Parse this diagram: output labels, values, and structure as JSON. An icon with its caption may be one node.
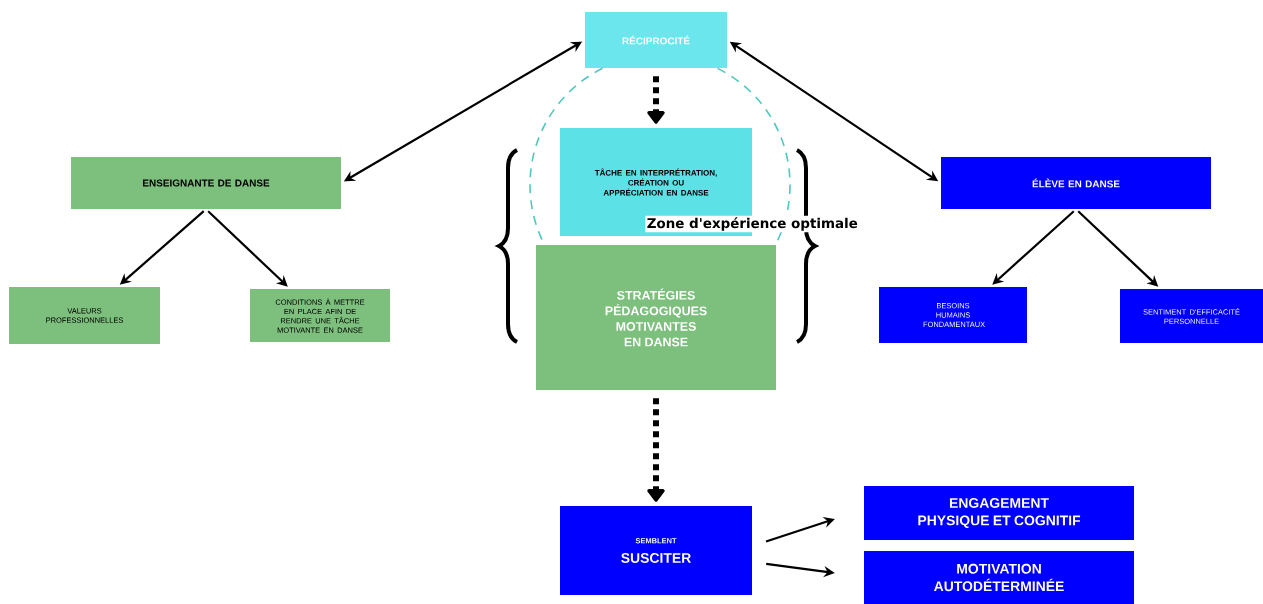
{
  "diagram": {
    "nodes": [
      {
        "text": [
          "RÉCIPROCITÉ"
        ]
      },
      {
        "text": [
          "ENSEIGNANTE DE DANSE"
        ]
      },
      {
        "text": [
          "TÂCHE EN INTERPRÉTRATION, CRÉATION OU APPRÉCIATION EN DANSE"
        ]
      },
      {
        "text": [
          "STRATÉGIES PÉDAGOGIQUES MOTIVANTES EN DANSE"
        ]
      },
      {
        "text": [
          "ÉLÈVE EN DANSE"
        ]
      },
      {
        "text": [
          "VALEURS PROFESSIONNELLES"
        ]
      },
      {
        "text": [
          "CONDITIONS  À METTRE EN PLACE AFIN DE RENDRE UNE TÂCHE MOTIVANTE EN DANSE"
        ]
      },
      {
        "text": [
          "BESOINS HUMAINS FONDAMENTAUX"
        ]
      },
      {
        "text": [
          "SENTIMENT D'EFFICACITÉ PERSONNELLE"
        ]
      },
      {
        "text": [
          "SEMBLENT",
          "SUSCITER"
        ]
      },
      {
        "text": [
          "ENGAGEMENT PHYSIQUE ET COGNITIF"
        ]
      },
      {
        "text": [
          "MOTIVATION AUTODÉTERMINÉE"
        ]
      }
    ],
    "edges": [
      {
        "from": 0,
        "to": 1,
        "arrow": "both"
      },
      {
        "from": 0,
        "to": 4,
        "arrow": "both"
      },
      {
        "from": 0,
        "to": 2,
        "arrow": "to",
        "style": "dashed"
      },
      {
        "from": 1,
        "to": 5,
        "arrow": "to"
      },
      {
        "from": 1,
        "to": 6,
        "arrow": "to"
      },
      {
        "from": 4,
        "to": 7,
        "arrow": "to"
      },
      {
        "from": 4,
        "to": 8,
        "arrow": "to"
      },
      {
        "from": 3,
        "to": 9,
        "arrow": "to",
        "style": "dashed"
      },
      {
        "from": 9,
        "to": 10,
        "arrow": "to"
      },
      {
        "from": 9,
        "to": 11,
        "arrow": "to"
      }
    ],
    "labels": [
      "Zone d'expérience optimale"
    ]
  }
}
